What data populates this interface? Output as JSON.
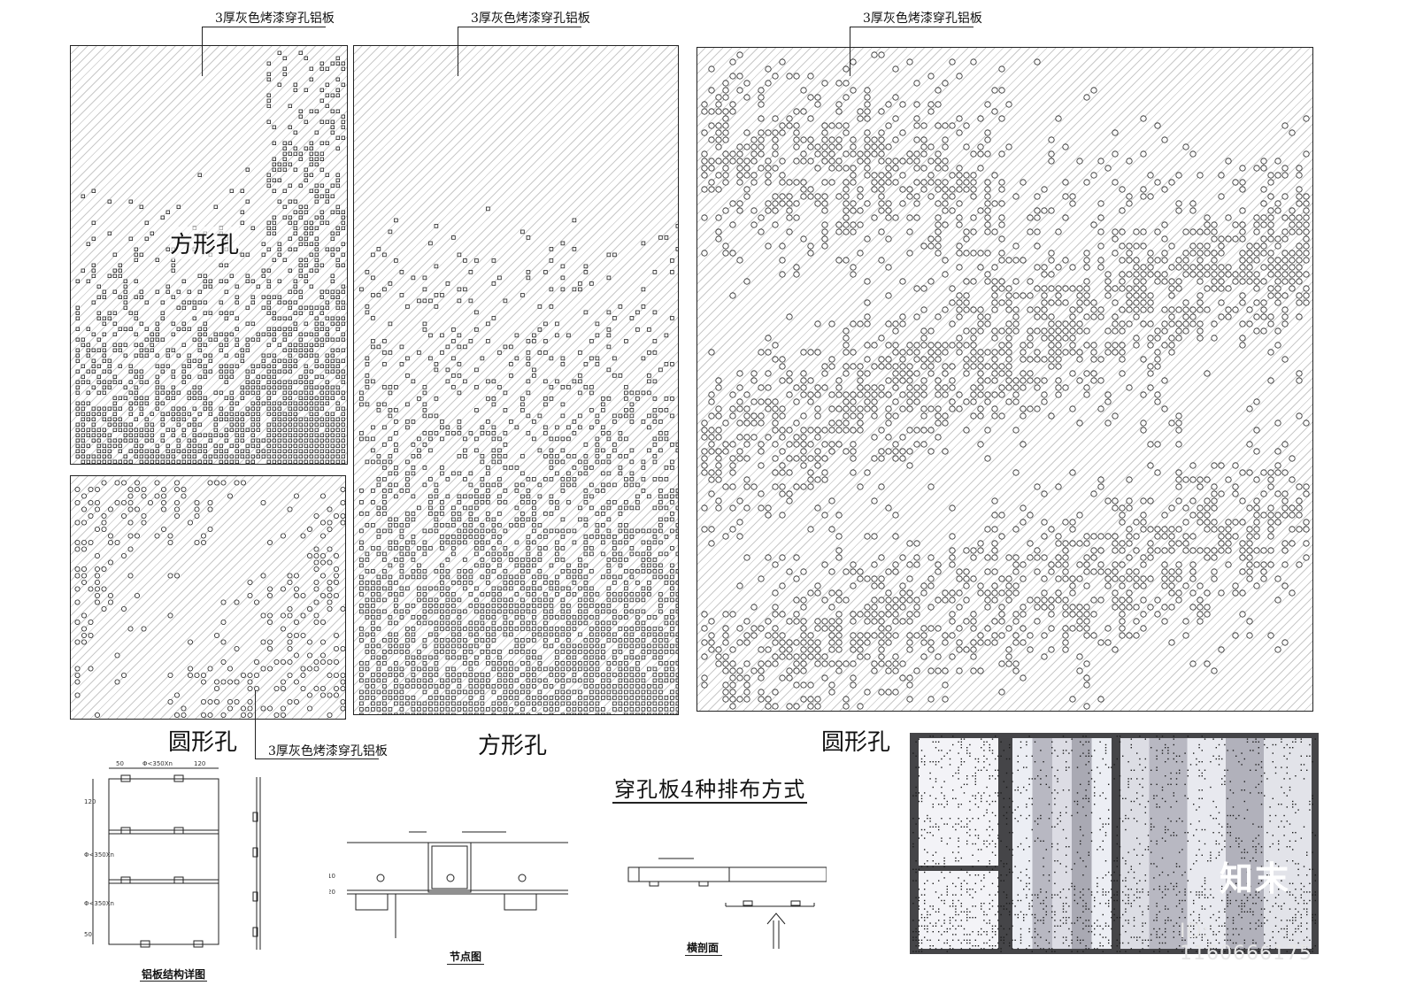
{
  "labels": {
    "perforated_panel": "3厚灰色烤漆穿孔铝板",
    "square_hole": "方形孔",
    "round_hole": "圆形孔"
  },
  "section_title": "穿孔板4种排布方式",
  "captions": {
    "structure_detail": "铝板结构详图",
    "node": "节点图",
    "cross_section": "横剖面"
  },
  "dims": {
    "top_50": "50",
    "top_span": "Φ<350Xn",
    "top_120": "120",
    "left_120": "120",
    "left_a": "Φ<350Xn",
    "left_b": "Φ<350Xn",
    "left_50": "50",
    "node_20": "20",
    "node_10": "10"
  },
  "watermark": {
    "logo": "知末",
    "id": "ID: 1160666175"
  },
  "colors": {
    "line": "#222222",
    "hatch": "#c9c9c9",
    "photo_bg": "#454548"
  }
}
